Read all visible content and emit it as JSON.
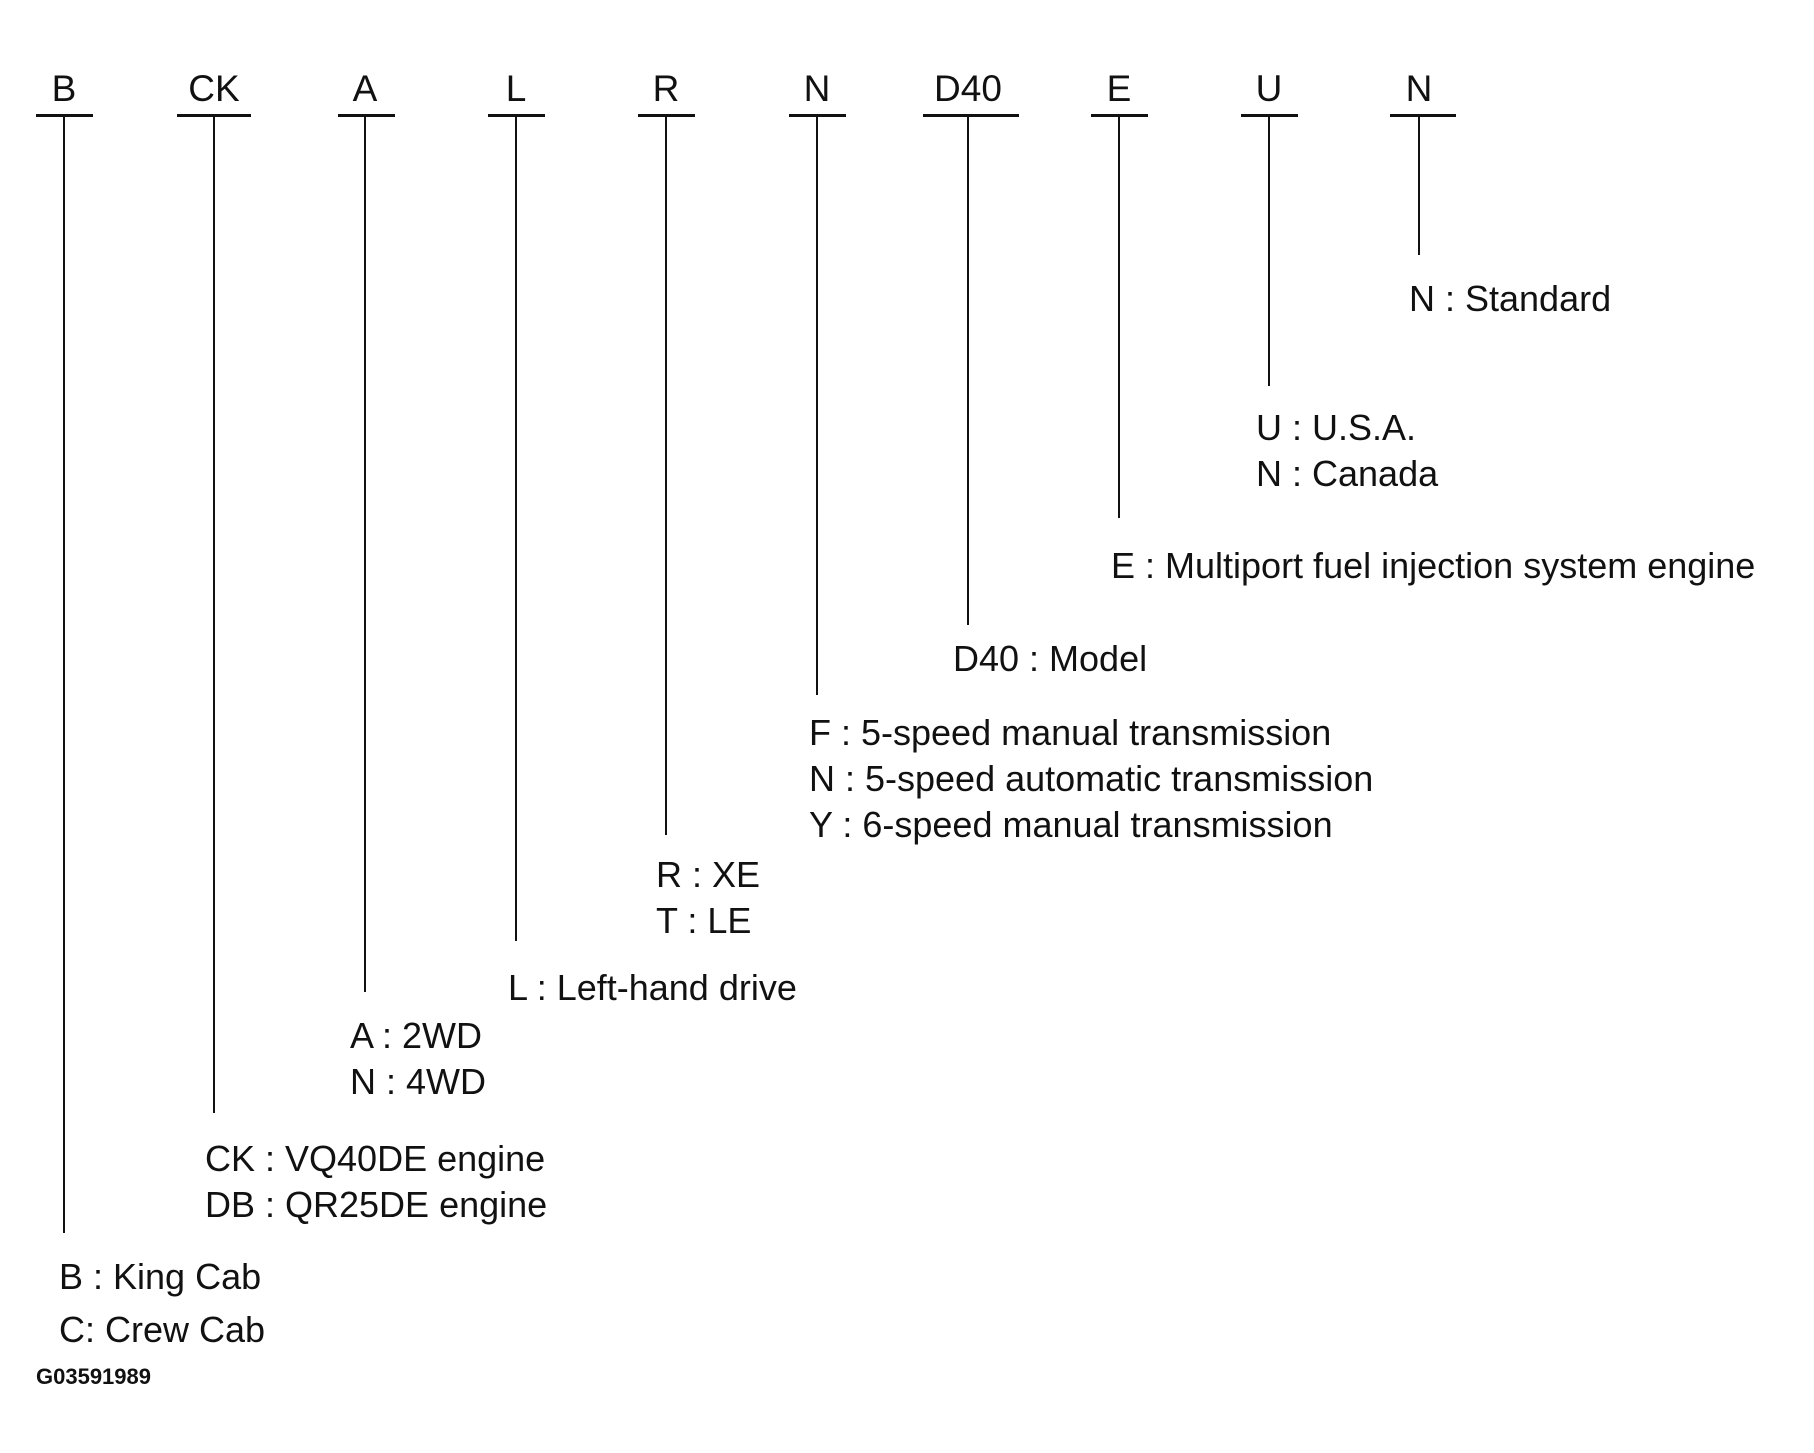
{
  "codes": [
    "B",
    "CK",
    "A",
    "L",
    "R",
    "N",
    "D40",
    "E",
    "U",
    "N"
  ],
  "legends": {
    "position10": [
      "N : Standard"
    ],
    "position9": [
      "U : U.S.A.",
      "N : Canada"
    ],
    "position8": [
      "E : Multiport fuel injection system engine"
    ],
    "position7": [
      "D40 : Model"
    ],
    "position6": [
      "F : 5-speed manual transmission",
      "N : 5-speed automatic transmission",
      "Y : 6-speed manual transmission"
    ],
    "position5": [
      "R : XE",
      "T : LE"
    ],
    "position4": [
      "L : Left-hand drive"
    ],
    "position3": [
      "A : 2WD",
      "N : 4WD"
    ],
    "position2": [
      "CK : VQ40DE engine",
      "DB : QR25DE engine"
    ],
    "position1": [
      "B : King Cab",
      "C: Crew Cab"
    ]
  },
  "figure_id": "G03591989"
}
